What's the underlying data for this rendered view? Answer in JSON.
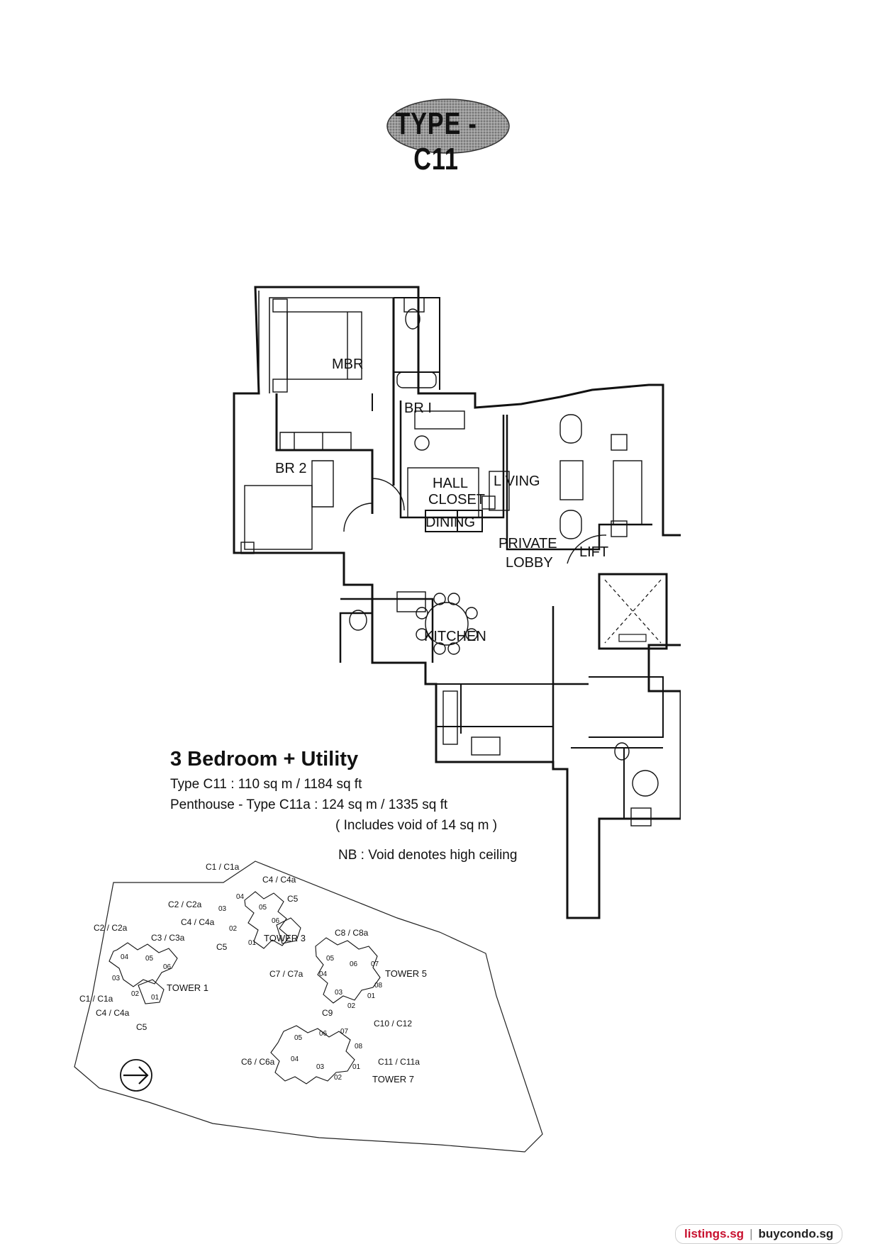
{
  "title": "TYPE - C11",
  "rooms": {
    "mbr": "MBR",
    "br1": "BR I",
    "br2": "BR 2",
    "living": "LIVING",
    "hall": "HALL",
    "closet": "CLOSET",
    "dining": "DINING",
    "private": "PRIVATE",
    "lobby": "LOBBY",
    "lift": "LIFT",
    "kitchen": "KITCHEN"
  },
  "unit_info": {
    "heading": "3 Bedroom + Utility",
    "line1": "Type C11 : 110 sq m / 1184 sq ft",
    "line2": "Penthouse - Type C11a : 124 sq m / 1335 sq ft",
    "line3": "( Includes void of 14 sq m )",
    "note": "NB : Void denotes high ceiling"
  },
  "site_plan": {
    "labels": {
      "c1_c1a_t3": "C1 / C1a",
      "c4_c4a_t3": "C4 / C4a",
      "c5_t3": "C5",
      "c2_c2a_t3": "C2 / C2a",
      "c4_c4a_t3b": "C4 / C4a",
      "c5_t3b": "C5",
      "c2_c2a_t1": "C2 / C2a",
      "c3_c3a_t1": "C3 / C3a",
      "c1_c1a_t1": "C1 / C1a",
      "c4_c4a_t1": "C4 / C4a",
      "c5_t1": "C5",
      "c8_c8a": "C8 / C8a",
      "c7_c7a": "C7 / C7a",
      "c9": "C9",
      "c10_c12": "C10 / C12",
      "c6_c6a": "C6 / C6a",
      "c11_c11a": "C11 / C11a"
    },
    "towers": {
      "t1": "TOWER 1",
      "t3": "TOWER 3",
      "t5": "TOWER 5",
      "t7": "TOWER 7"
    },
    "units": {
      "u01": "01",
      "u02": "02",
      "u03": "03",
      "u04": "04",
      "u05": "05",
      "u06": "06",
      "u07": "07",
      "u08": "08"
    }
  },
  "footer": {
    "brand1": "listings.sg",
    "separator": "|",
    "brand2": "buycondo.sg"
  }
}
